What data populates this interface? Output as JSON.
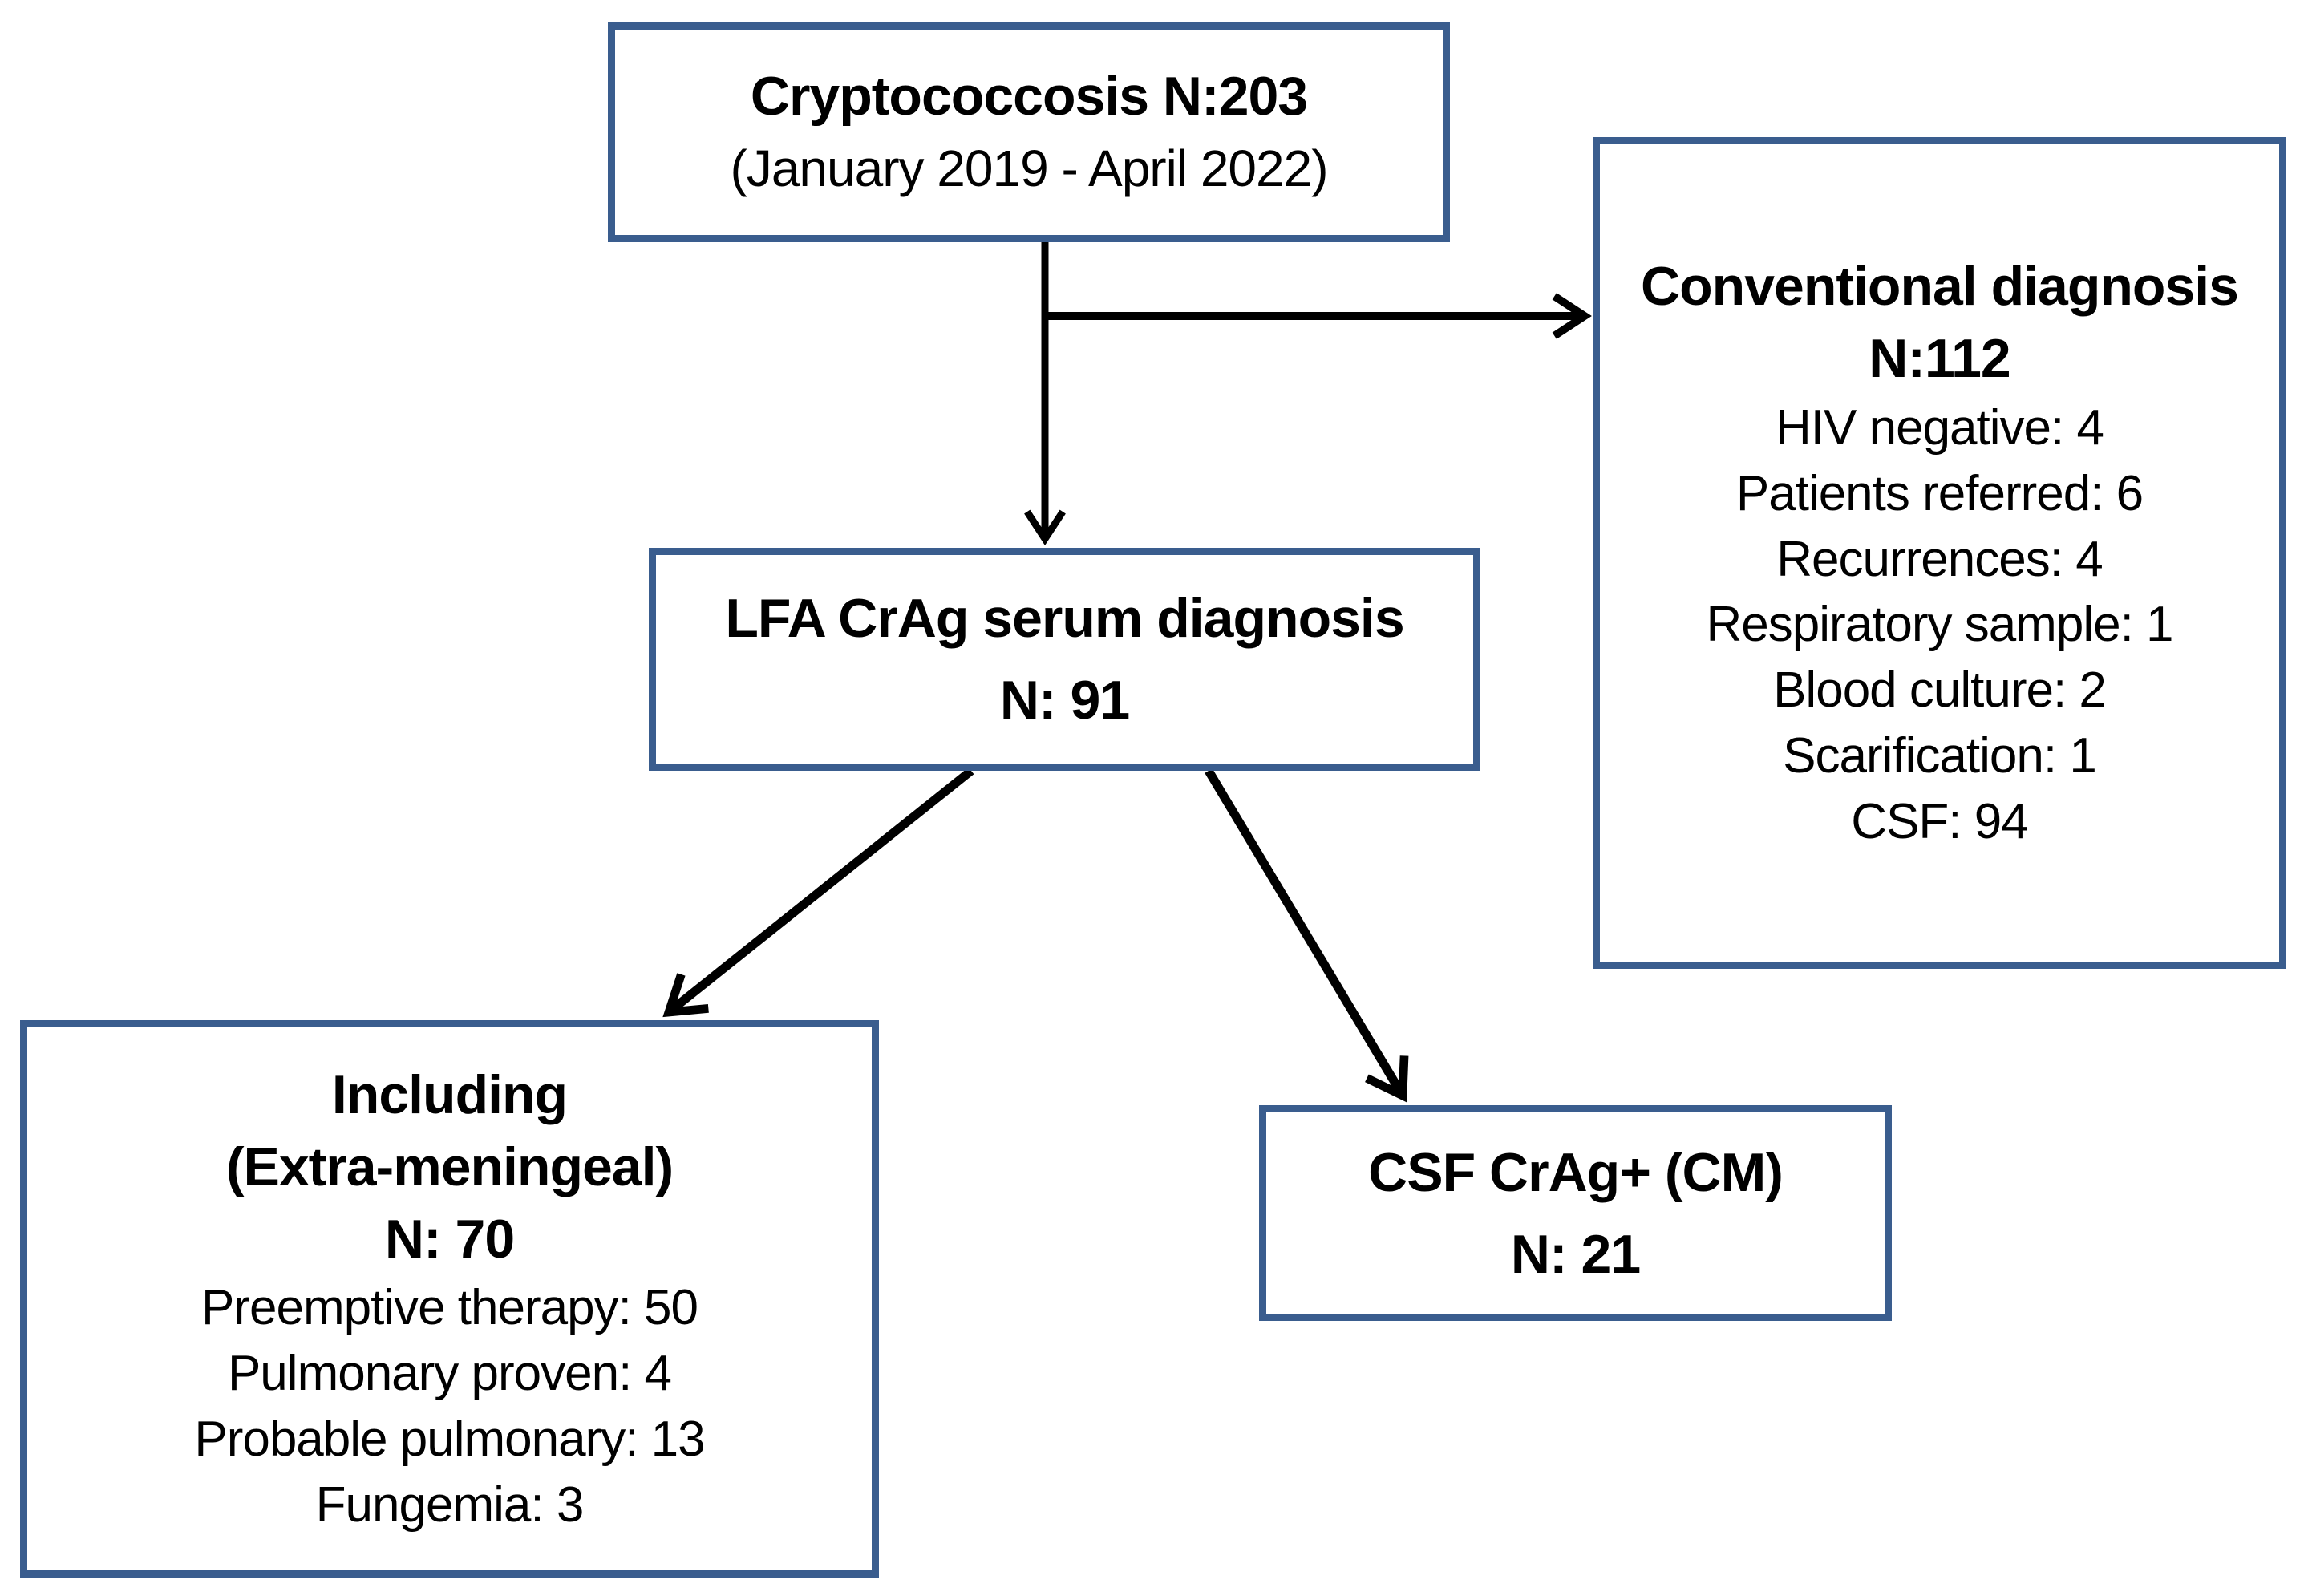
{
  "diagram": {
    "title_hint": "Cryptococcosis diagnosis flowchart",
    "colors": {
      "box_border": "#3a5d8e",
      "arrow": "#000000",
      "text": "#000000",
      "background": "#ffffff"
    },
    "boxes": {
      "cryptococcosis": {
        "title": "Cryptococcosis N:203",
        "subtitle": "(January 2019 - April 2022)"
      },
      "conventional": {
        "title": "Conventional diagnosis",
        "n": "N:112",
        "items": [
          "HIV negative: 4",
          "Patients referred: 6",
          "Recurrences: 4",
          "Respiratory sample: 1",
          "Blood culture: 2",
          "Scarification: 1",
          "CSF: 94"
        ]
      },
      "lfa": {
        "title": "LFA CrAg serum diagnosis",
        "n": "N: 91"
      },
      "including": {
        "title": "Including",
        "subtitle": "(Extra-meningeal)",
        "n": "N: 70",
        "items": [
          "Preemptive therapy: 50",
          "Pulmonary proven: 4",
          "Probable pulmonary: 13",
          "Fungemia: 3"
        ]
      },
      "csf": {
        "title": "CSF CrAg+ (CM)",
        "n": "N: 21"
      }
    },
    "arrows": [
      {
        "from": "cryptococcosis",
        "to": "lfa"
      },
      {
        "from": "cryptococcosis",
        "to": "conventional"
      },
      {
        "from": "lfa",
        "to": "including"
      },
      {
        "from": "lfa",
        "to": "csf"
      }
    ]
  }
}
